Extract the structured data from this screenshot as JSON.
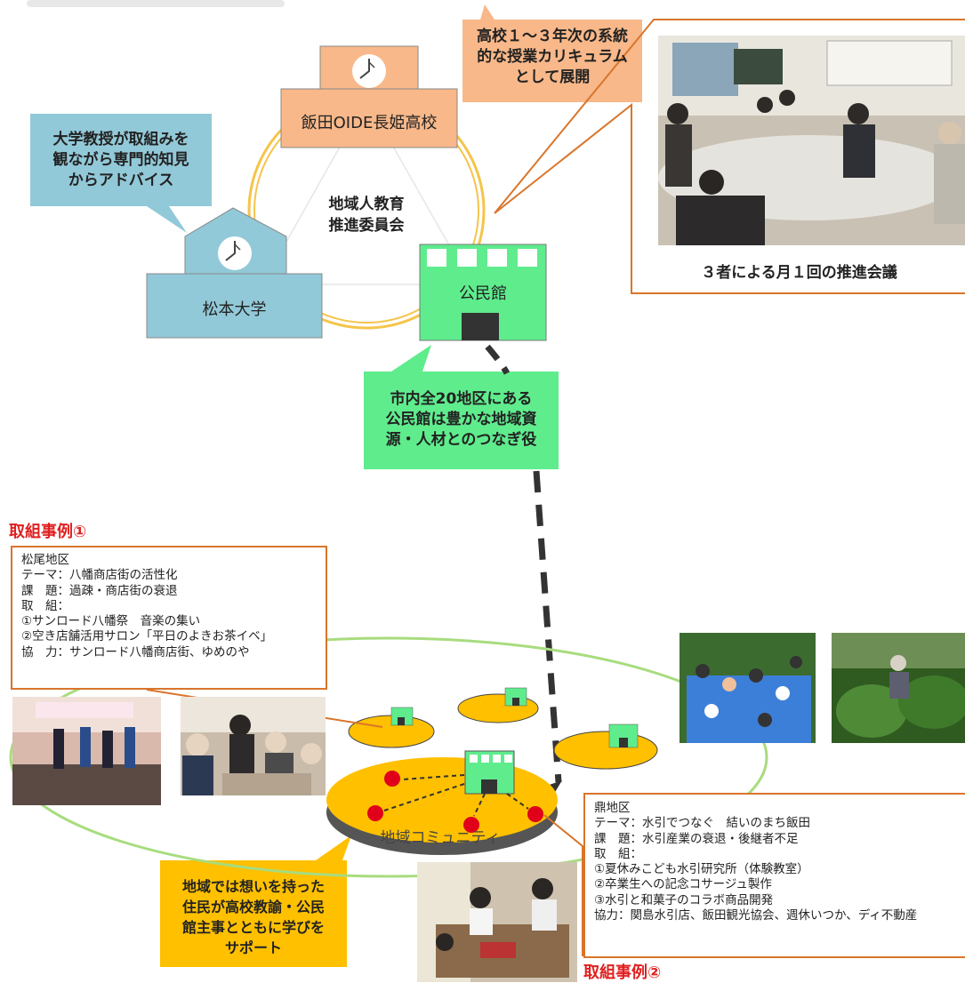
{
  "center": {
    "line1": "地域人教育",
    "line2": "推進委員会"
  },
  "nodes": {
    "high_school": "飯田OIDE長姫高校",
    "university": "松本大学",
    "kominkan": "公民館",
    "community": "地域コミュニティ"
  },
  "callouts": {
    "high_school": [
      "高校１～３年次の系統",
      "的な授業カリキュラム",
      "として展開"
    ],
    "university": [
      "大学教授が取組みを",
      "観ながら専門的知見",
      "からアドバイス"
    ],
    "kominkan": [
      "市内全20地区にある",
      "公民館は豊かな地域資",
      "源・人材とのつなぎ役"
    ],
    "community": [
      "地域では想いを持った",
      "住民が高校教諭・公民",
      "館主事とともに学びを",
      "サポート"
    ]
  },
  "meeting_caption": "３者による月１回の推進会議",
  "case1": {
    "title": "取組事例①",
    "lines": [
      "松尾地区",
      "テーマ：八幡商店街の活性化",
      "課　題：過疎・商店街の衰退",
      "取　組：",
      "①サンロード八幡祭　音楽の集い",
      "②空き店舗活用サロン「平日のよきお茶イベ」",
      "協　力：サンロード八幡商店街、ゆめのや"
    ]
  },
  "case2": {
    "title": "取組事例②",
    "lines": [
      "鼎地区",
      "テーマ：水引でつなぐ　結いのまち飯田",
      "課　題：水引産業の衰退・後継者不足",
      "取　組：",
      "①夏休みこども水引研究所（体験教室）",
      "②卒業生への記念コサージュ製作",
      "③水引と和菓子のコラボ商品開発",
      "協力：関島水引店、飯田観光協会、週休いつか、ディ不動産"
    ]
  },
  "colors": {
    "orange": "#f8b88a",
    "blue": "#92c9d8",
    "green": "#5fec8d",
    "gold": "#ffc000",
    "border": "#d9752b",
    "red": "#e02020"
  }
}
